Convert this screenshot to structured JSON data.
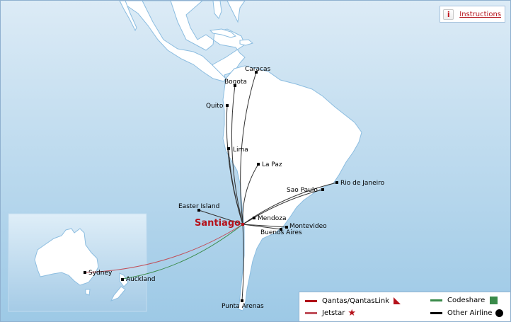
{
  "header": {
    "instructions_icon": "info-icon",
    "instructions_label": "Instructions"
  },
  "hub": {
    "name": "Santiago",
    "color": "#b5121b"
  },
  "destinations": [
    {
      "name": "Caracas"
    },
    {
      "name": "Bogota"
    },
    {
      "name": "Quito"
    },
    {
      "name": "Lima"
    },
    {
      "name": "La Paz"
    },
    {
      "name": "Rio de Janeiro"
    },
    {
      "name": "Sao Paulo"
    },
    {
      "name": "Easter Island"
    },
    {
      "name": "Mendoza"
    },
    {
      "name": "Montevideo"
    },
    {
      "name": "Buenos Aires"
    },
    {
      "name": "Punta Arenas"
    },
    {
      "name": "Sydney"
    },
    {
      "name": "Auckland"
    }
  ],
  "legend": {
    "items": [
      {
        "label": "Qantas/QantasLink",
        "color": "#b00e16",
        "symbol": "triangle-icon"
      },
      {
        "label": "Codeshare",
        "color": "#3a8b4a",
        "symbol": "square-icon"
      },
      {
        "label": "Jetstar",
        "color": "#c0505a",
        "symbol": "star-icon"
      },
      {
        "label": "Other Airline",
        "color": "#000000",
        "symbol": "circle-icon"
      }
    ]
  },
  "colors": {
    "ocean_top": "#dcebf6",
    "ocean_bottom": "#9dc9e6",
    "land": "#ffffff",
    "coast": "#8cbde0",
    "qantas": "#b00e16",
    "jetstar": "#c0505a",
    "codeshare": "#3a8b4a",
    "other": "#333333"
  }
}
